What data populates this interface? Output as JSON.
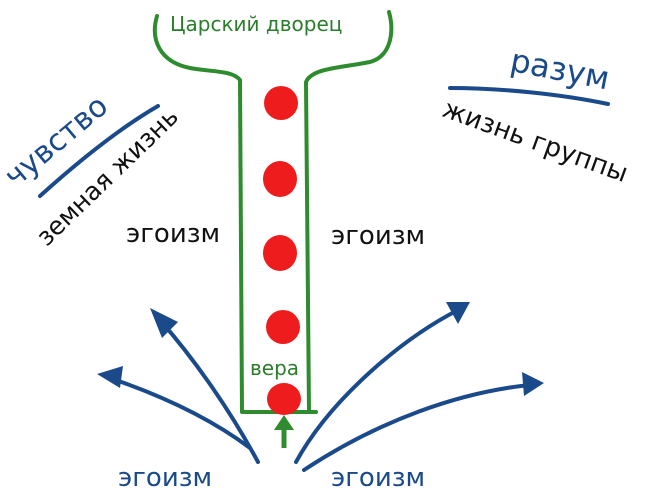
{
  "labels": {
    "palace": "Царский дворец",
    "feeling": "чувство",
    "earthly_life": "земная жизнь",
    "reason": "разум",
    "group_life": "жизнь группы",
    "egoism_left": "эгоизм",
    "egoism_right": "эгоизм",
    "faith": "вера",
    "egoism_bottom_left": "эгоизм",
    "egoism_bottom_right": "эгоизм"
  },
  "colors": {
    "pillar": "#2e8b2e",
    "dots": "#ee1c1c",
    "arrows": "#1a4a8a",
    "green_text": "#2a7d2a",
    "navy_text": "#1a4a8a",
    "black_text": "#111111"
  },
  "dots_count": 5
}
